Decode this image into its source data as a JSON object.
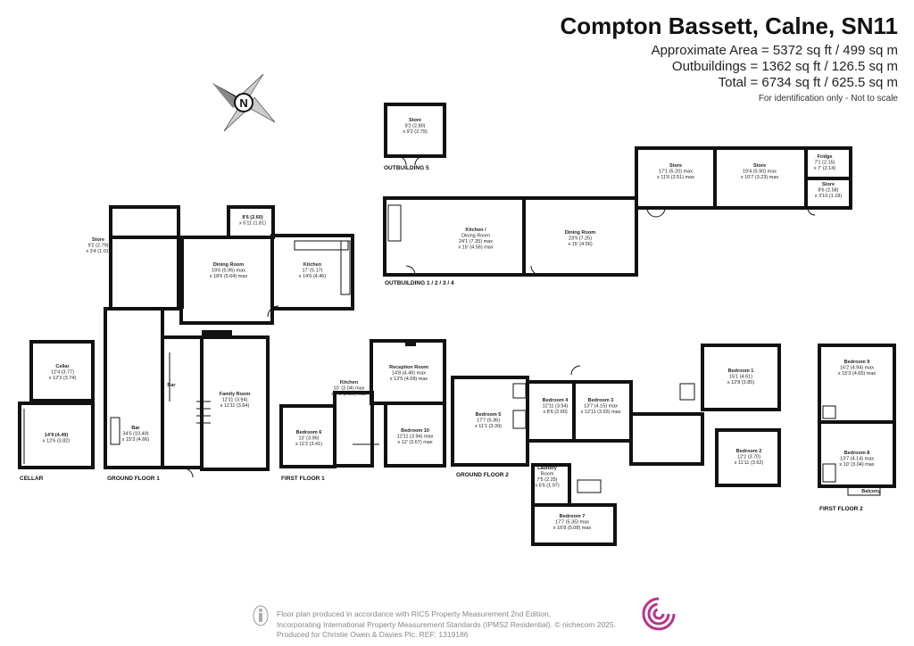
{
  "header": {
    "title": "Compton Bassett, Calne, SN11",
    "area": "Approximate Area = 5372 sq ft / 499 sq m",
    "outbuildings": "Outbuildings = 1362 sq ft / 126.5 sq m",
    "total": "Total = 6734 sq ft / 625.5 sq m",
    "note": "For identification only - Not to scale"
  },
  "compass": {
    "letter": "N"
  },
  "sections": {
    "cellar": "CELLAR",
    "ground1": "GROUND FLOOR 1",
    "first1": "FIRST FLOOR 1",
    "ground2": "GROUND FLOOR 2",
    "first2": "FIRST FLOOR 2",
    "out5": "OUTBUILDING 5",
    "out1234": "OUTBUILDING 1 / 2 / 3 / 4"
  },
  "rooms": {
    "store5": [
      "Store",
      "9'2 (2.80)",
      "x 9'2 (2.79)"
    ],
    "store_a": [
      "Store",
      "17'1 (5.20) max",
      "x 11'6 (3.51) max"
    ],
    "store_b": [
      "Store",
      "19'4 (5.90) max",
      "x 10'7 (3.23) max"
    ],
    "fridge": [
      "Fridge",
      "7'1 (2.15)",
      "x 7' (2.14)"
    ],
    "store_c": [
      "Store",
      "8'6 (2.58)",
      "x 3'10 (1.18)"
    ],
    "kitdin_out": [
      "Kitchen /",
      "Dining Room",
      "24'1 (7.35) max",
      "x 15' (4.56) max"
    ],
    "din_out": [
      "Dining Room",
      "23'9 (7.25)",
      "x 15' (4.56)"
    ],
    "cellar_a": [
      "Cellar",
      "12'4 (3.77)",
      "x 12'3 (3.74)"
    ],
    "cellar_b": [
      "14'9 (4.49)",
      "x 12'6 (3.82)"
    ],
    "store_g": [
      "Store",
      "9'2 (2.79)",
      "x 3'4 (1.01)"
    ],
    "util_g": [
      "8'6 (2.60)",
      "x 5'11 (1.81)"
    ],
    "dining_g": [
      "Dining Room",
      "19'6 (5.95) max",
      "x 18'6 (5.64) max"
    ],
    "kitchen_g": [
      "Kitchen",
      "17' (5.17)",
      "x 14'6 (4.46)"
    ],
    "bar_small": [
      "Bar"
    ],
    "bar": [
      "Bar",
      "34'5 (10.49)",
      "x 15'3 (4.66)"
    ],
    "family": [
      "Family Room",
      "12'11 (3.94)",
      "x 11'11 (3.64)"
    ],
    "bed6": [
      "Bedroom 6",
      "13' (3.96)",
      "x 11'2 (3.41)"
    ],
    "kitchen_f": [
      "Kitchen",
      "10' (3.04) max",
      "x 7'9 (2.36) max"
    ],
    "reception": [
      "Reception Room",
      "14'8 (4.46) max",
      "x 13'5 (4.09) max"
    ],
    "bed10": [
      "Bedroom 10",
      "12'11 (3.94) max",
      "x 12' (3.67) max"
    ],
    "bed5": [
      "Bedroom 5",
      "17'7 (5.36)",
      "x 11'1 (3.39)"
    ],
    "bed4": [
      "Bedroom 4",
      "12'11 (3.94)",
      "x 8'6 (2.60)"
    ],
    "bed3": [
      "Bedroom 3",
      "13'7 (4.15) max",
      "x 12'11 (3.93) max"
    ],
    "laundry": [
      "Laundry",
      "Room",
      "7'5 (2.25)",
      "x 6'6 (1.97)"
    ],
    "bed7": [
      "Bedroom 7",
      "17'7 (5.35) max",
      "x 16'8 (5.08) max"
    ],
    "bed1": [
      "Bedroom 1",
      "15'1 (4.61)",
      "x 12'8 (3.85)"
    ],
    "bed2": [
      "Bedroom 2",
      "12'2 (3.70)",
      "x 11'11 (3.62)"
    ],
    "bed9": [
      "Bedroom 9",
      "16'2 (4.94) max",
      "x 15'3 (4.65) max"
    ],
    "bed8": [
      "Bedroom 8",
      "13'7 (4.14) max",
      "x 10' (3.04) max"
    ],
    "balcony": [
      "Balcony"
    ]
  },
  "footer": {
    "line1": "Floor plan produced in accordance with RICS Property Measurement 2nd Edition,",
    "line2": "Incorporating International Property Measurement Standards (IPMS2 Residential).  © nichecom 2025.",
    "line3": "Produced for Christie Owen & Davies Plc.   REF: 1319186"
  },
  "colors": {
    "wall": "#111111",
    "accent_logo": "#b5338a",
    "footer_text": "#888888"
  }
}
